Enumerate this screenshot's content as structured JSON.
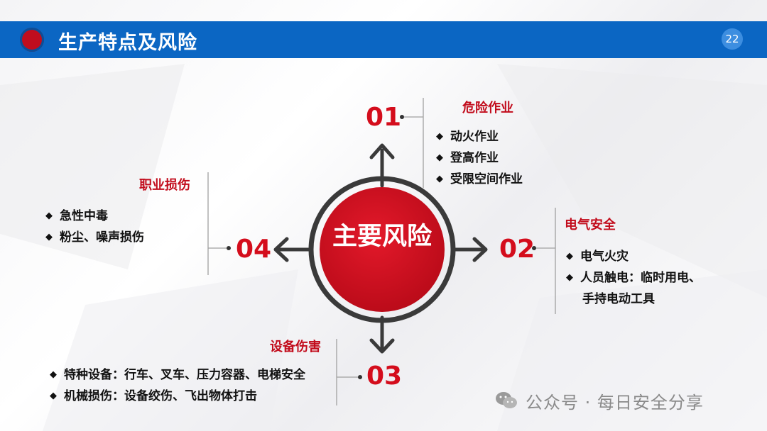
{
  "header": {
    "title": "生产特点及风险",
    "page_number": "22"
  },
  "center": {
    "label": "主要风险"
  },
  "sections": [
    {
      "number": "01",
      "title": "危险作业",
      "items": [
        "动火作业",
        "登高作业",
        "受限空间作业"
      ]
    },
    {
      "number": "02",
      "title": "电气安全",
      "items": [
        "电气火灾",
        "人员触电：临时用电、",
        "手持电动工具"
      ]
    },
    {
      "number": "03",
      "title": "设备伤害",
      "items": [
        "特种设备：行车、叉车、压力容器、电梯安全",
        "机械损伤：设备绞伤、飞出物体打击"
      ]
    },
    {
      "number": "04",
      "title": "职业损伤",
      "items": [
        "急性中毒",
        "粉尘、噪声损伤"
      ]
    }
  ],
  "watermark": {
    "text": "公众号 · 每日安全分享",
    "icon": "wechat-icon"
  },
  "colors": {
    "header_blue": "#0b66c3",
    "accent_red": "#d40d1c",
    "ring_dark": "#3a3a3a"
  }
}
